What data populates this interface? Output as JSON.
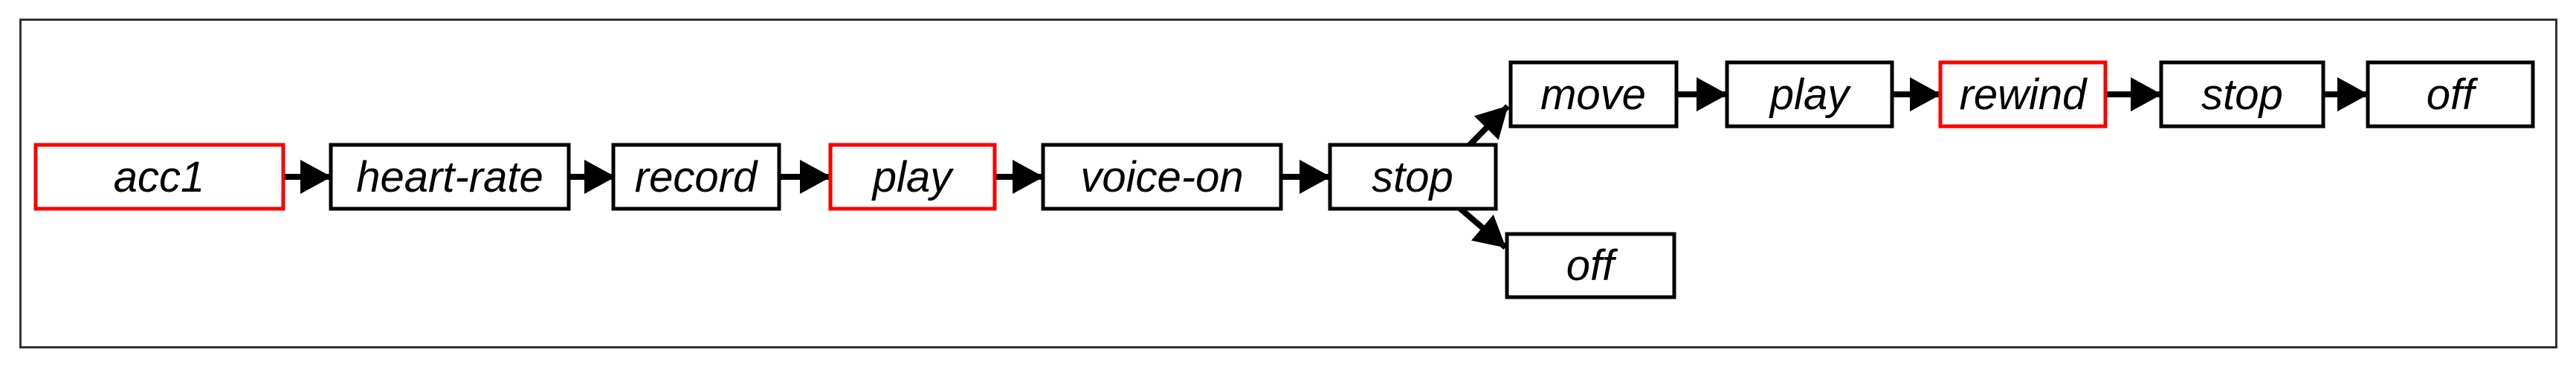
{
  "diagram": {
    "kind": "state-flow-diagram",
    "background_color": "#ffffff",
    "frame_color": "#333333",
    "node_border_color": "#000000",
    "highlight_border_color": "#fb0000",
    "arrow_color": "#000000",
    "text_color": "#000000",
    "nodes": [
      {
        "id": "acc1",
        "label": "acc1",
        "highlighted": true,
        "row": "main"
      },
      {
        "id": "heart-rate",
        "label": "heart-rate",
        "highlighted": false,
        "row": "main"
      },
      {
        "id": "record",
        "label": "record",
        "highlighted": false,
        "row": "main"
      },
      {
        "id": "play-1",
        "label": "play",
        "highlighted": true,
        "row": "main"
      },
      {
        "id": "voice-on",
        "label": "voice-on",
        "highlighted": false,
        "row": "main"
      },
      {
        "id": "stop-1",
        "label": "stop",
        "highlighted": false,
        "row": "main"
      },
      {
        "id": "move",
        "label": "move",
        "highlighted": false,
        "row": "top"
      },
      {
        "id": "play-2",
        "label": "play",
        "highlighted": false,
        "row": "top"
      },
      {
        "id": "rewind",
        "label": "rewind",
        "highlighted": true,
        "row": "top"
      },
      {
        "id": "stop-2",
        "label": "stop",
        "highlighted": false,
        "row": "top"
      },
      {
        "id": "off-top",
        "label": "off",
        "highlighted": false,
        "row": "top"
      },
      {
        "id": "off-bottom",
        "label": "off",
        "highlighted": false,
        "row": "bottom"
      }
    ],
    "edges": [
      {
        "from": "acc1",
        "to": "heart-rate"
      },
      {
        "from": "heart-rate",
        "to": "record"
      },
      {
        "from": "record",
        "to": "play-1"
      },
      {
        "from": "play-1",
        "to": "voice-on"
      },
      {
        "from": "voice-on",
        "to": "stop-1"
      },
      {
        "from": "stop-1",
        "to": "move"
      },
      {
        "from": "stop-1",
        "to": "off-bottom"
      },
      {
        "from": "move",
        "to": "play-2"
      },
      {
        "from": "play-2",
        "to": "rewind"
      },
      {
        "from": "rewind",
        "to": "stop-2"
      },
      {
        "from": "stop-2",
        "to": "off-top"
      }
    ]
  }
}
